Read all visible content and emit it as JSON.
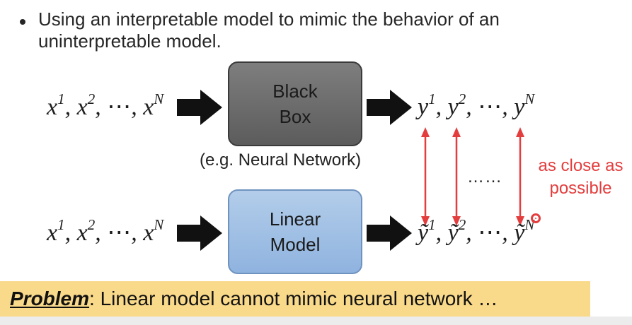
{
  "bullet": {
    "text": "Using an interpretable model to mimic the behavior of an uninterpretable model."
  },
  "top_row": {
    "input": {
      "base": "x",
      "terms": [
        "1",
        "2",
        "N"
      ]
    },
    "box_line1": "Black",
    "box_line2": "Box",
    "box_caption": "(e.g. Neural Network)",
    "output": {
      "base": "y",
      "terms": [
        "1",
        "2",
        "N"
      ]
    }
  },
  "bottom_row": {
    "input": {
      "base": "x",
      "terms": [
        "1",
        "2",
        "N"
      ]
    },
    "box_line1": "Linear",
    "box_line2": "Model",
    "output": {
      "base": "ỹ",
      "terms": [
        "1",
        "2",
        "N"
      ]
    }
  },
  "comparison": {
    "dots": "……",
    "note_line1": "as close as",
    "note_line2": "possible"
  },
  "problem": {
    "label": "Problem",
    "text": ": Linear model cannot mimic neural network …"
  },
  "colors": {
    "black_box": "#6b6b6b",
    "linear_box": "#9fbde2",
    "accent_red": "#e43d3d",
    "banner": "#f9d98a"
  }
}
